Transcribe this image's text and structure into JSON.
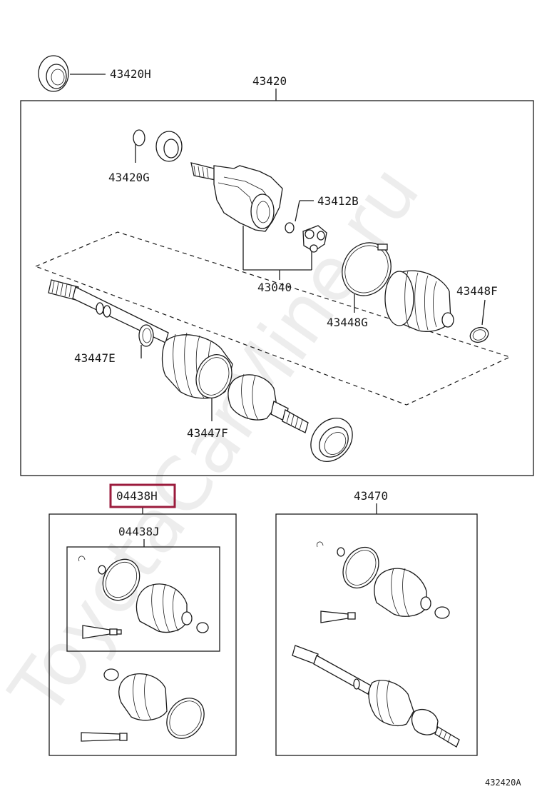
{
  "watermark": "ToyotaCarMine.ru",
  "diagram_code": "432420A",
  "labels": {
    "p43420H": "43420H",
    "p43420": "43420",
    "p43420G": "43420G",
    "p43412B": "43412B",
    "p43040": "43040",
    "p43448F": "43448F",
    "p43448G": "43448G",
    "p43447E": "43447E",
    "p43447F": "43447F",
    "p04438H": "04438H",
    "p04438J": "04438J",
    "p43470": "43470"
  },
  "highlight": {
    "part": "04438H",
    "color": "#9b1b3c"
  }
}
